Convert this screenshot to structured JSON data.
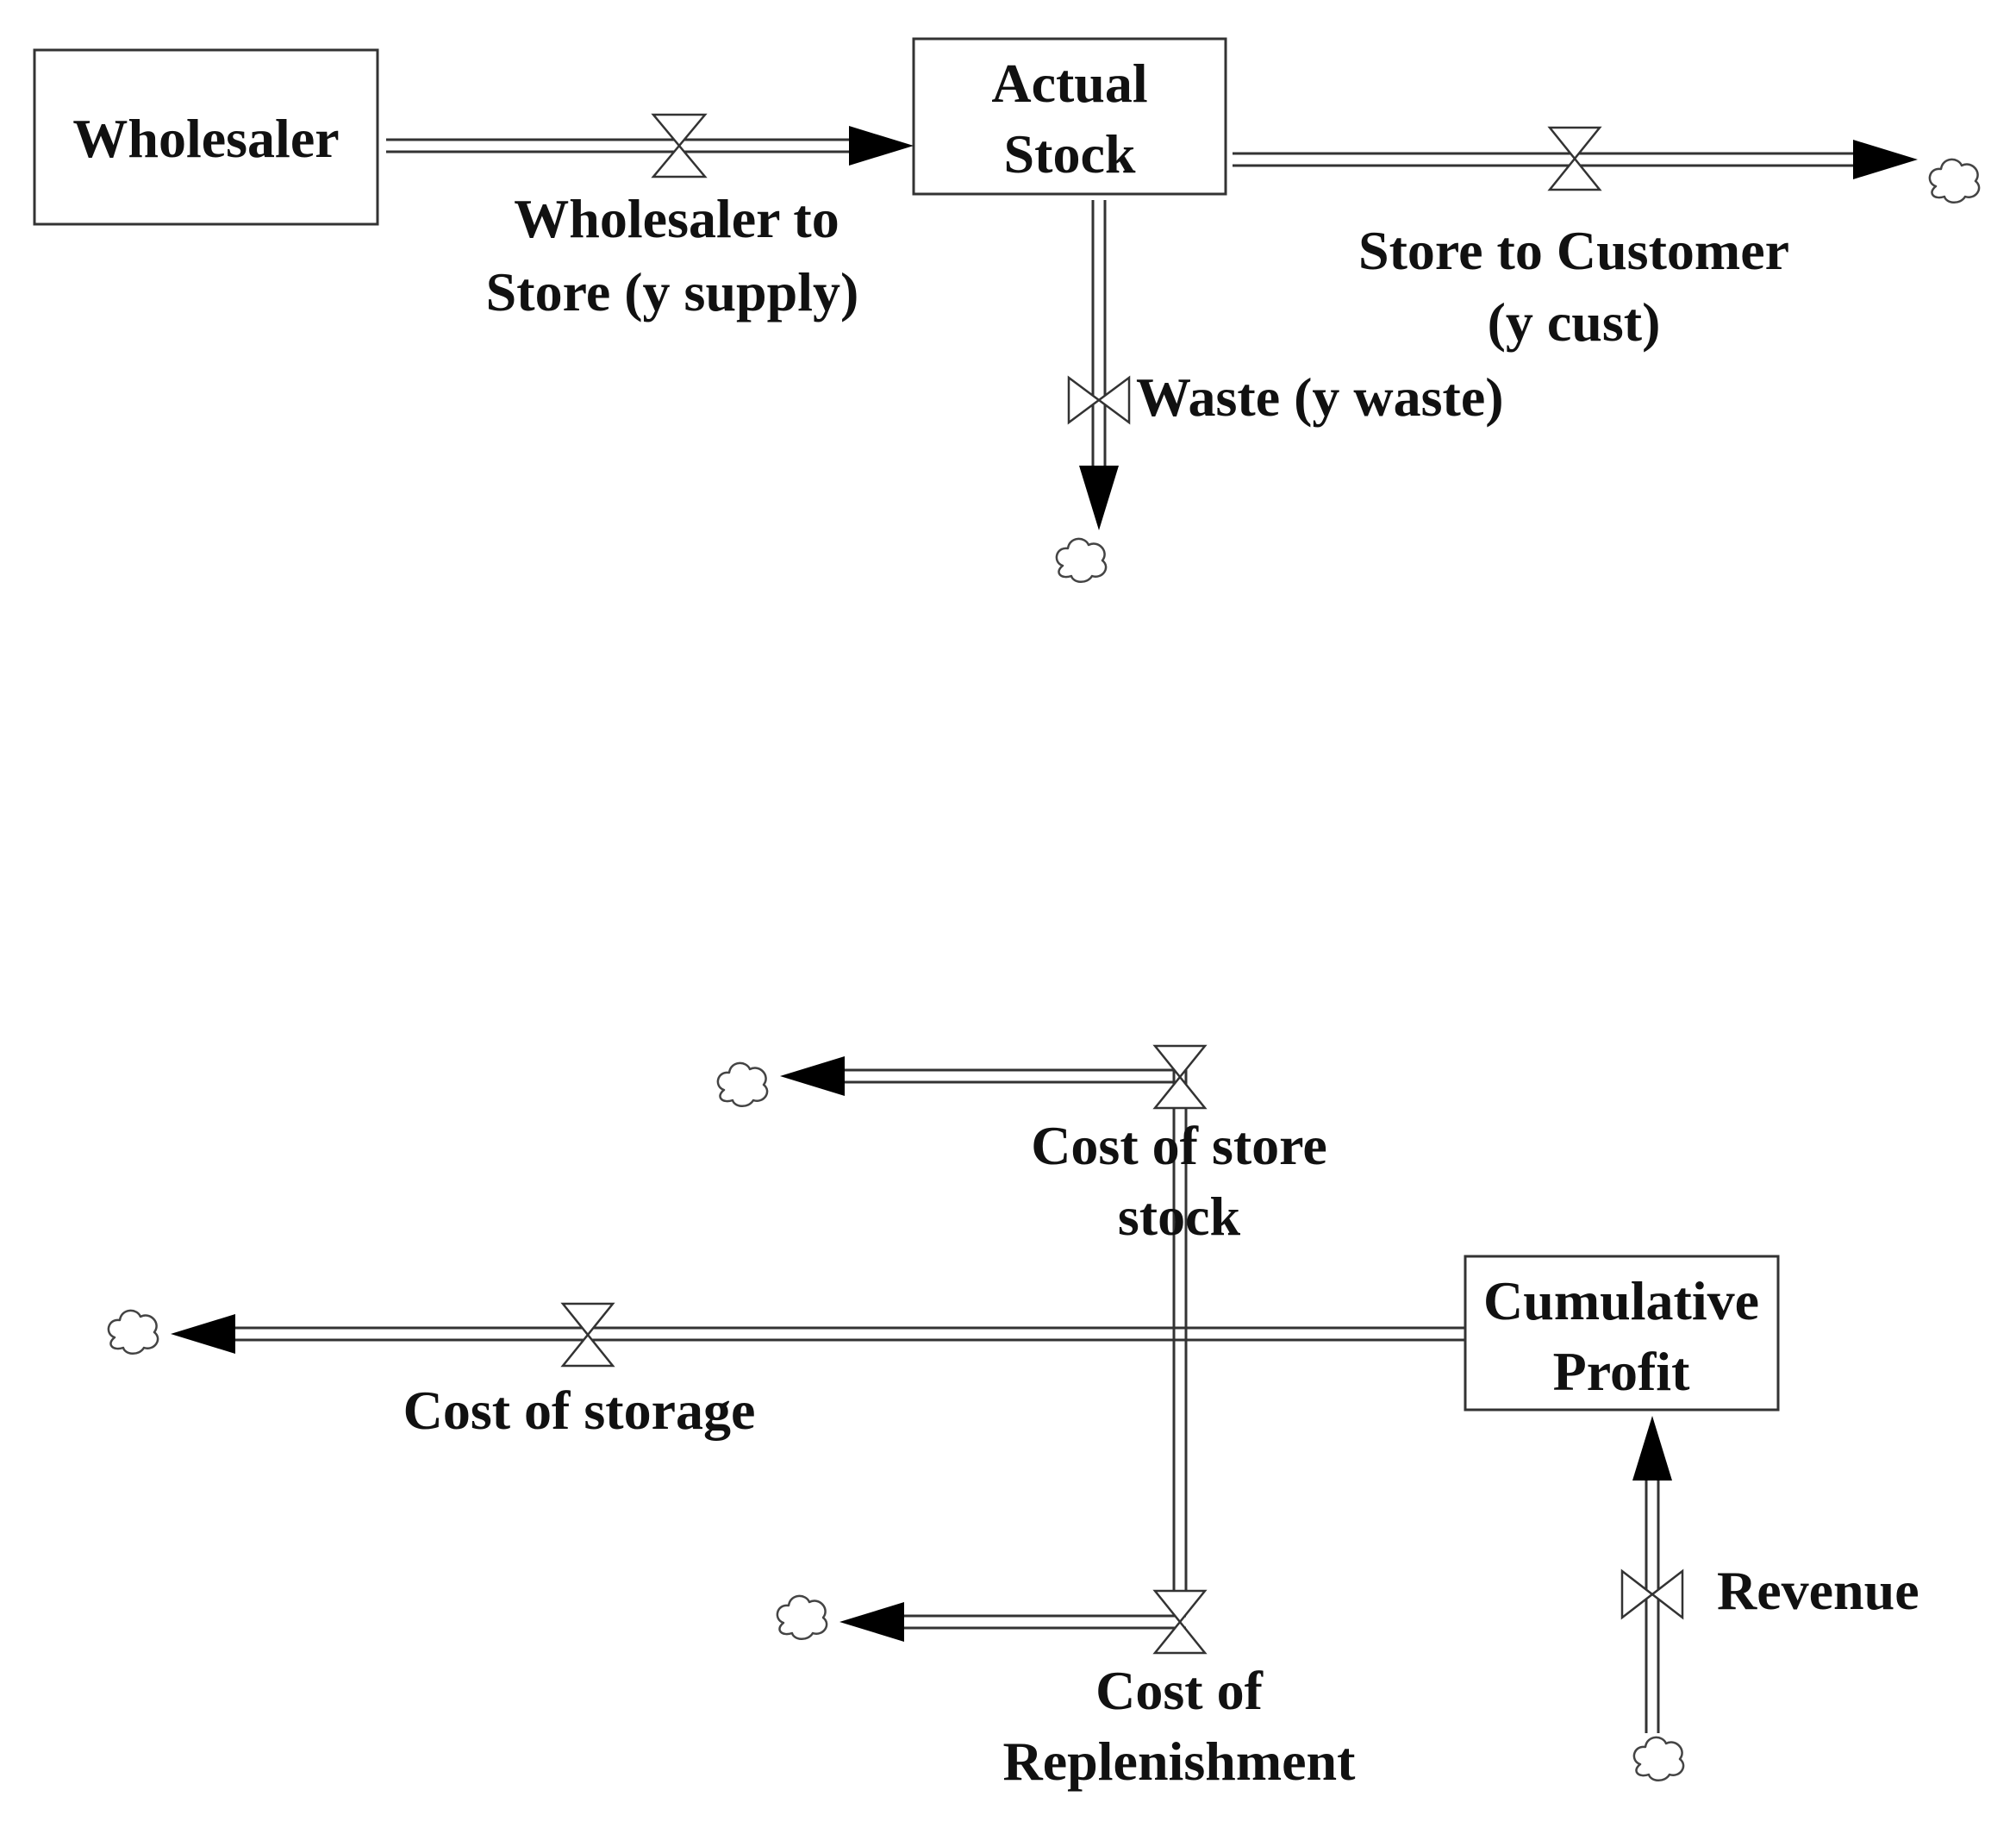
{
  "stocks": {
    "wholesaler": "Wholesaler",
    "actual_stock": [
      "Actual",
      "Stock"
    ],
    "cumulative_profit": [
      "Cumulative",
      "Profit"
    ]
  },
  "flows": {
    "wholesaler_to_store": [
      "Wholesaler to",
      "Store (y supply)"
    ],
    "store_to_customer": [
      "Store to Customer",
      "(y cust)"
    ],
    "waste": "Waste (y waste)",
    "cost_of_store_stock": [
      "Cost of store",
      "stock"
    ],
    "cost_of_storage": "Cost of storage",
    "cost_of_replenishment": [
      "Cost of",
      "Replenishment"
    ],
    "revenue": "Revenue"
  },
  "colors": {
    "line": "#333333",
    "text": "#111111",
    "background": "#ffffff"
  }
}
